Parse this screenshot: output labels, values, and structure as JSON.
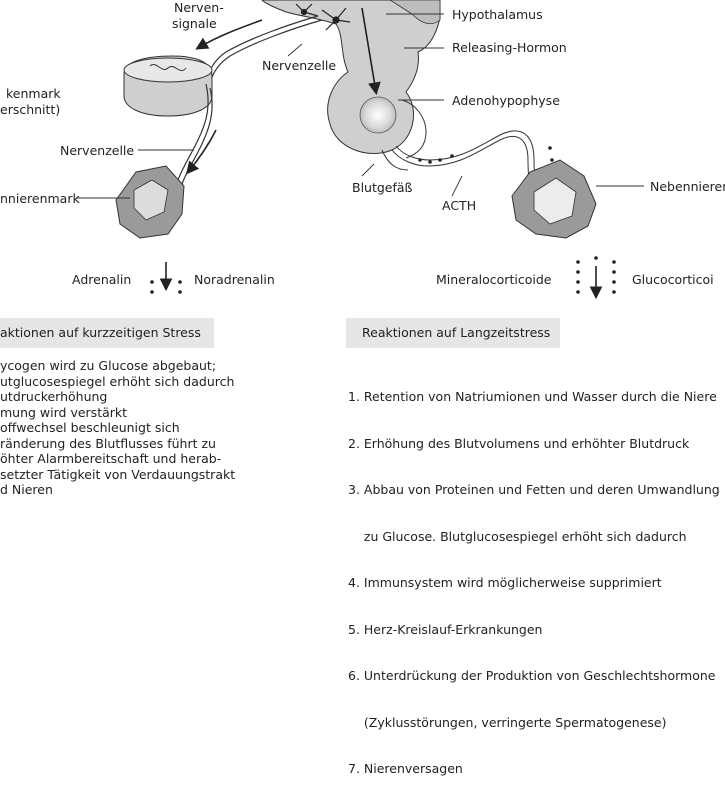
{
  "labels": {
    "nervensignale_1": "Nerven-",
    "nervensignale_2": "signale",
    "rueckenmark_1": "kenmark",
    "rueckenmark_2": "erschnitt)",
    "nervenzelle_top": "Nervenzelle",
    "nervenzelle_left": "Nervenzelle",
    "nebennierenmark": "nnierenmark",
    "adrenalin": "Adrenalin",
    "noradrenalin": "Noradrenalin",
    "hypothalamus": "Hypothalamus",
    "releasing_hormon": "Releasing-Hormon",
    "adenohypophyse": "Adenohypophyse",
    "blutgefaess": "Blutgefäß",
    "acth": "ACTH",
    "nebennierenrinde": "Nebennieren",
    "mineralocorticoide": "Mineralocorticoide",
    "glucocorticoide": "Glucocorticoi"
  },
  "short_term": {
    "heading": "aktionen auf kurzzeitigen Stress",
    "items": [
      "ycogen wird zu Glucose abgebaut;",
      "utglucosespiegel erhöht sich dadurch",
      "utdruckerhöhung",
      "mung wird verstärkt",
      "offwechsel beschleunigt sich",
      "ränderung des Blutflusses führt zu",
      "öhter Alarmbereitschaft und herab-",
      "setzter Tätigkeit von Verdauungstrakt",
      "d Nieren"
    ]
  },
  "long_term": {
    "heading": "Reaktionen auf Langzeitstress",
    "items": [
      "1. Retention von Natriumionen und Wasser durch die Niere",
      "2. Erhöhung des Blutvolumens und erhöhter Blutdruck",
      "3. Abbau von Proteinen und Fetten und deren Umwandlung",
      "    zu Glucose. Blutglucosespiegel erhöht sich dadurch",
      "4. Immunsystem wird möglicherweise supprimiert",
      "5. Herz-Kreislauf-Erkrankungen",
      "6. Unterdrückung der Produktion von Geschlechtshormone",
      "    (Zyklusstörungen, verringerte Spermatogenese)",
      "7. Nierenversagen"
    ]
  }
}
